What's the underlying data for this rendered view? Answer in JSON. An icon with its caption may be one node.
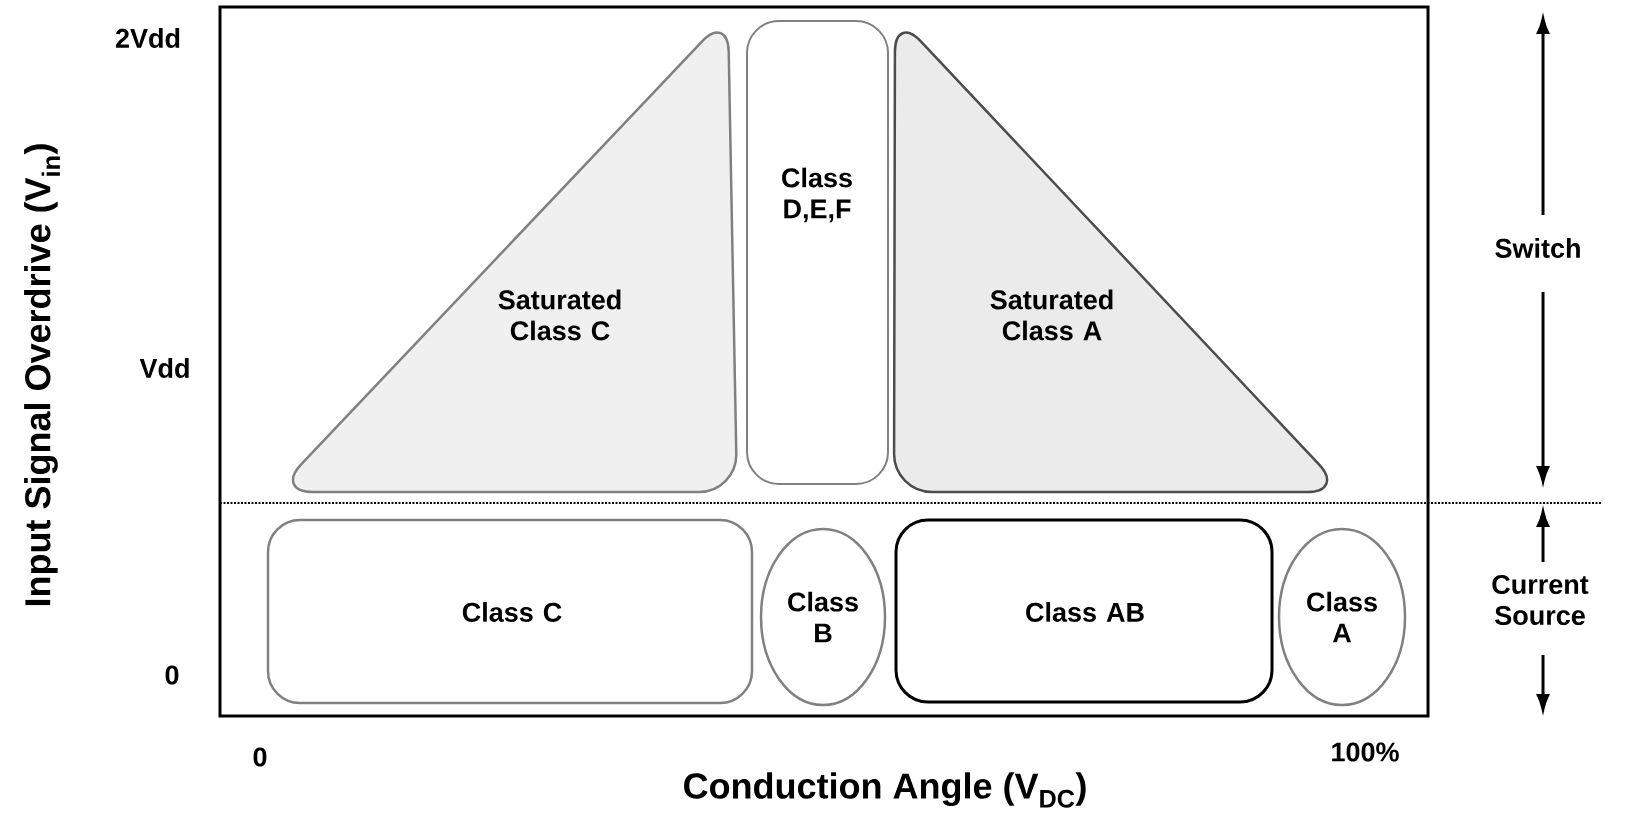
{
  "diagram": {
    "nodes": [
      {
        "text": [
          "Saturated Class C"
        ]
      },
      {
        "text": [
          "Class D,E,F"
        ]
      },
      {
        "text": [
          "Saturated Class A"
        ]
      },
      {
        "text": [
          "Class C"
        ]
      },
      {
        "text": [
          "Class B"
        ]
      },
      {
        "text": [
          "Class AB"
        ]
      },
      {
        "text": [
          "Class A"
        ]
      }
    ],
    "labels": [
      "2Vdd",
      "Vdd",
      "0",
      "Switch",
      "Current Source",
      "0",
      "100%",
      "Input Signal Overdrive (V$_{in}$)",
      "Conduction Angle (V$_{DC}$)"
    ]
  }
}
